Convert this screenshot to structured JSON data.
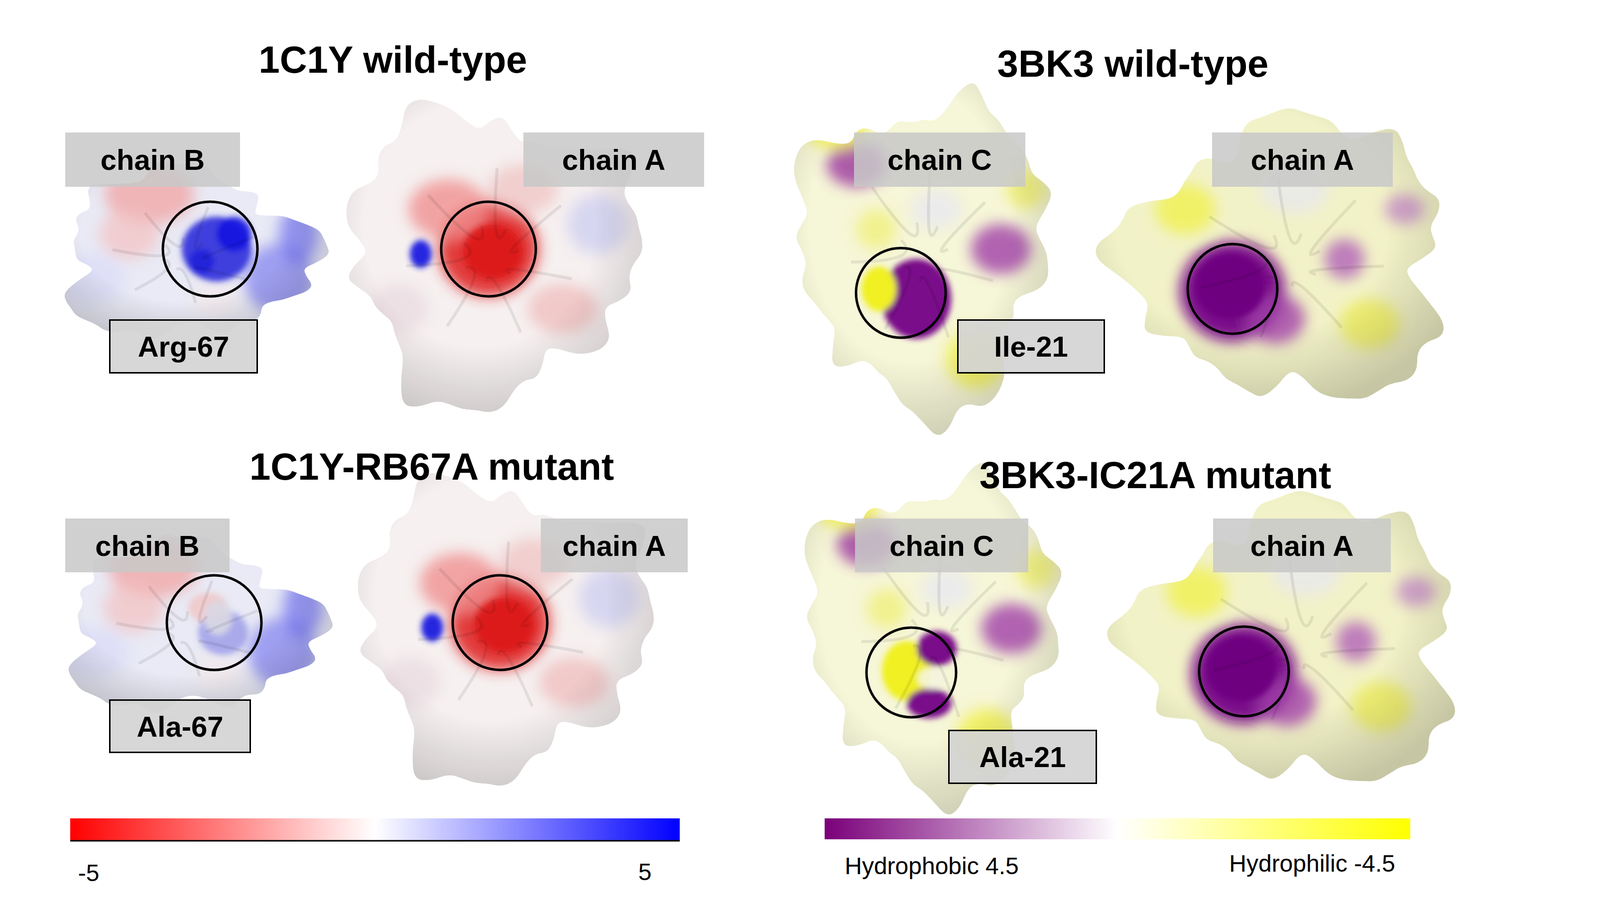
{
  "diagram": {
    "nodes": [
      {
        "text": [
          "chain B"
        ]
      },
      {
        "text": [
          "chain A"
        ]
      },
      {
        "text": [
          "Arg-67"
        ]
      },
      {
        "text": [
          "chain C"
        ]
      },
      {
        "text": [
          "chain A"
        ]
      },
      {
        "text": [
          "Ile-21"
        ]
      },
      {
        "text": [
          "chain B"
        ]
      },
      {
        "text": [
          "chain A"
        ]
      },
      {
        "text": [
          "Ala-67"
        ]
      },
      {
        "text": [
          "chain C"
        ]
      },
      {
        "text": [
          "chain A"
        ]
      },
      {
        "text": [
          "Ala-21"
        ]
      }
    ],
    "labels": [
      "1C1Y wild-type",
      "3BK3 wild-type",
      "1C1Y-RB67A mutant",
      "3BK3-IC21A mutant",
      "-5",
      "5",
      "Hydrophobic 4.5",
      "Hydrophilic -4.5"
    ]
  }
}
